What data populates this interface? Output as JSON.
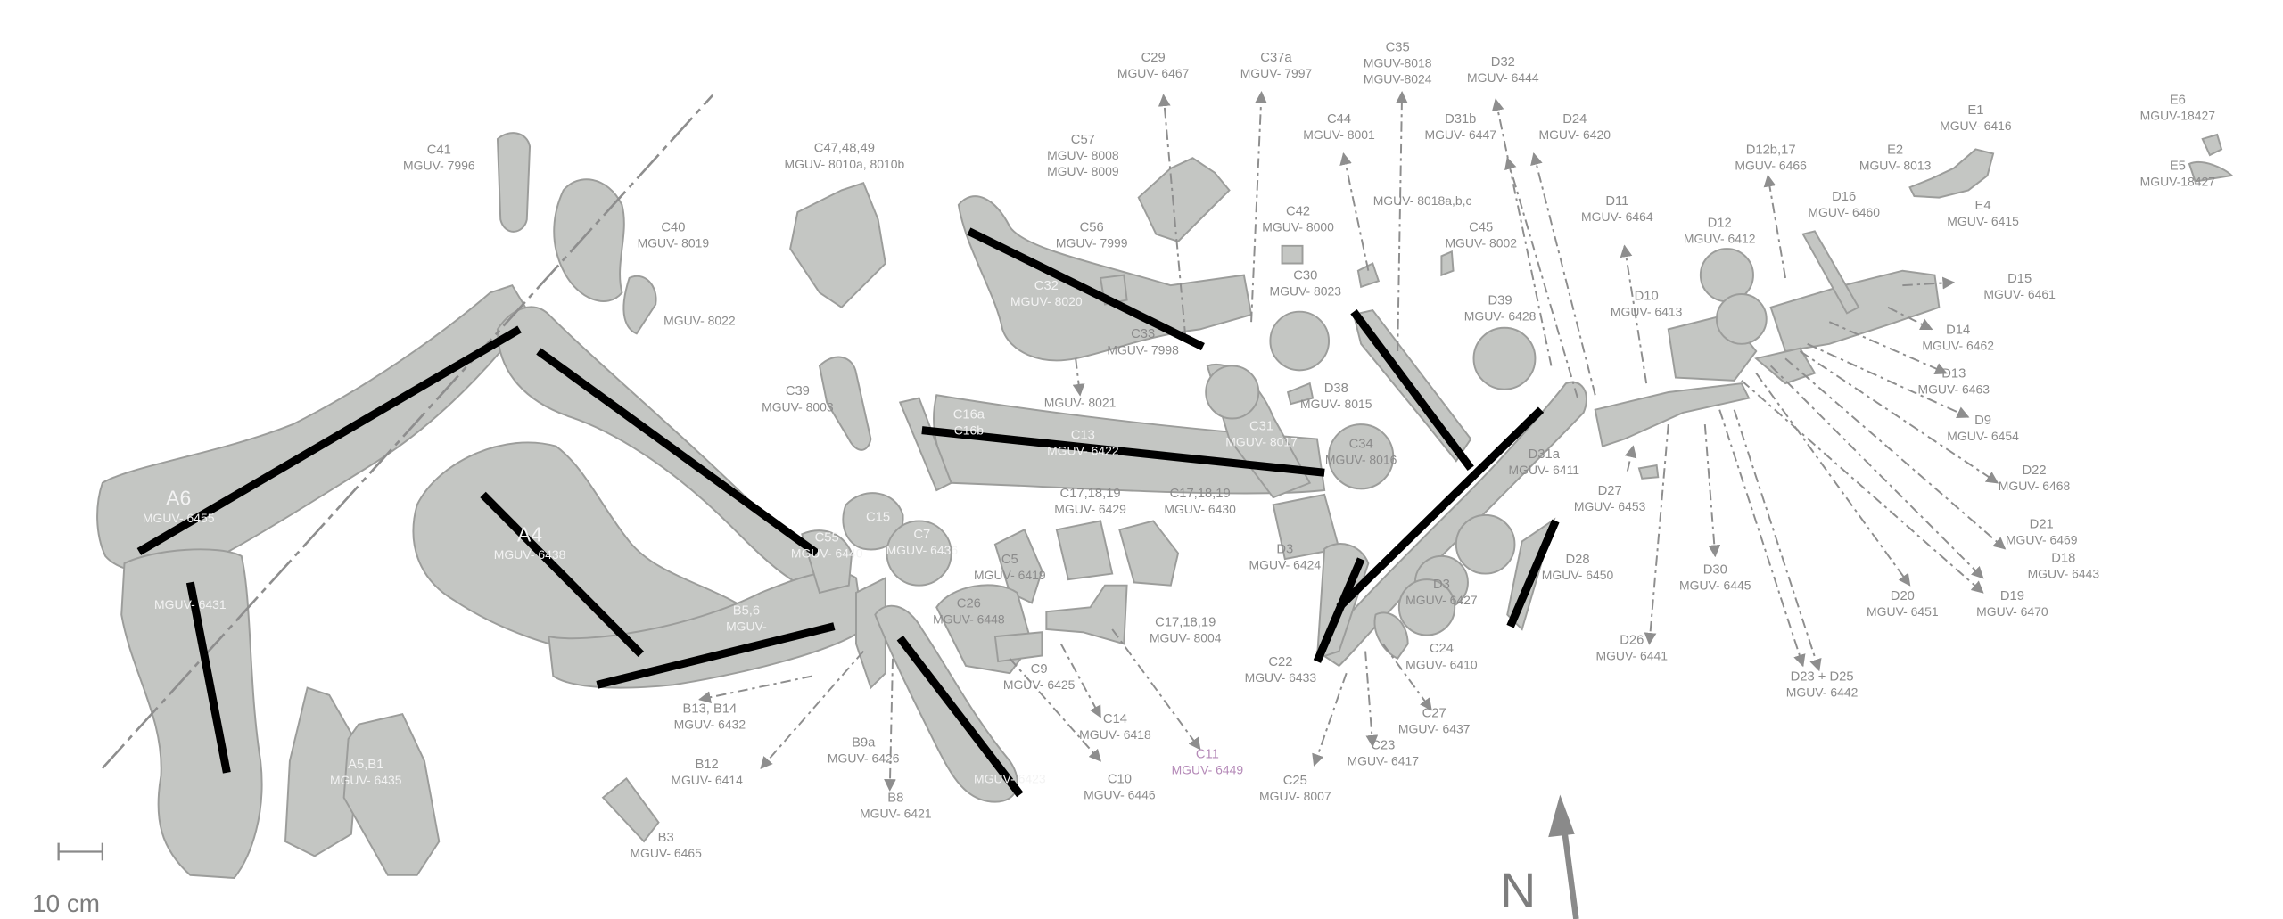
{
  "colors": {
    "bone_fill": "#c4c6c3",
    "bone_outline": "#9c9d9b",
    "orientation_bars": "#000000",
    "leader_lines": "#8e8e8e",
    "label_text": "#8b8b8b"
  },
  "scale_bar": {
    "label": "10 cm"
  },
  "north_arrow": {
    "label": "N",
    "icon": "north-arrow-icon"
  },
  "labels": [
    {
      "code": "C41",
      "ids": [
        "MGUV- 7996"
      ]
    },
    {
      "code": "C40",
      "ids": [
        "MGUV- 8019"
      ]
    },
    {
      "code": "",
      "ids": [
        "MGUV- 8022"
      ]
    },
    {
      "code": "C47,48,49",
      "ids": [
        "MGUV- 8010a, 8010b"
      ]
    },
    {
      "code": "C57",
      "ids": [
        "MGUV- 8008",
        "MGUV- 8009"
      ]
    },
    {
      "code": "C29",
      "ids": [
        "MGUV- 6467"
      ]
    },
    {
      "code": "C37a",
      "ids": [
        "MGUV- 7997"
      ]
    },
    {
      "code": "C35",
      "ids": [
        "MGUV-8018",
        "MGUV-8024"
      ]
    },
    {
      "code": "D32",
      "ids": [
        "MGUV- 6444"
      ]
    },
    {
      "code": "C44",
      "ids": [
        "MGUV- 8001"
      ]
    },
    {
      "code": "D31b",
      "ids": [
        "MGUV- 6447"
      ]
    },
    {
      "code": "D24",
      "ids": [
        "MGUV- 6420"
      ]
    },
    {
      "code": "",
      "ids": [
        "MGUV- 8018a,b,c"
      ]
    },
    {
      "code": "C56",
      "ids": [
        "MGUV- 7999"
      ]
    },
    {
      "code": "C42",
      "ids": [
        "MGUV- 8000"
      ]
    },
    {
      "code": "C45",
      "ids": [
        "MGUV- 8002"
      ]
    },
    {
      "code": "C30",
      "ids": [
        "MGUV- 8023"
      ]
    },
    {
      "code": "C32",
      "ids": [
        "MGUV- 8020"
      ]
    },
    {
      "code": "C33",
      "ids": [
        "MGUV- 7998"
      ]
    },
    {
      "code": "D39",
      "ids": [
        "MGUV- 6428"
      ]
    },
    {
      "code": "",
      "ids": [
        "MGUV- 8021"
      ]
    },
    {
      "code": "C39",
      "ids": [
        "MGUV- 8003"
      ]
    },
    {
      "code": "D38",
      "ids": [
        "MGUV- 8015"
      ]
    },
    {
      "code": "C16a",
      "ids": [
        "C16b"
      ]
    },
    {
      "code": "C13",
      "ids": [
        "MGUV- 6422"
      ]
    },
    {
      "code": "C31",
      "ids": [
        "MGUV- 8017"
      ]
    },
    {
      "code": "C34",
      "ids": [
        "MGUV- 8016"
      ]
    },
    {
      "code": "D11",
      "ids": [
        "MGUV- 6464"
      ]
    },
    {
      "code": "D12b,17",
      "ids": [
        "MGUV- 6466"
      ]
    },
    {
      "code": "D12",
      "ids": [
        "MGUV- 6412"
      ]
    },
    {
      "code": "D10",
      "ids": [
        "MGUV- 6413"
      ]
    },
    {
      "code": "D16",
      "ids": [
        "MGUV- 6460"
      ]
    },
    {
      "code": "E1",
      "ids": [
        "MGUV- 6416"
      ]
    },
    {
      "code": "E2",
      "ids": [
        "MGUV- 8013"
      ]
    },
    {
      "code": "E4",
      "ids": [
        "MGUV- 6415"
      ]
    },
    {
      "code": "E6",
      "ids": [
        "MGUV-18427"
      ]
    },
    {
      "code": "E5",
      "ids": [
        "MGUV-18427"
      ]
    },
    {
      "code": "D15",
      "ids": [
        "MGUV- 6461"
      ]
    },
    {
      "code": "D14",
      "ids": [
        "MGUV- 6462"
      ]
    },
    {
      "code": "D13",
      "ids": [
        "MGUV- 6463"
      ]
    },
    {
      "code": "D9",
      "ids": [
        "MGUV- 6454"
      ]
    },
    {
      "code": "D22",
      "ids": [
        "MGUV- 6468"
      ]
    },
    {
      "code": "D21",
      "ids": [
        "MGUV- 6469"
      ]
    },
    {
      "code": "D18",
      "ids": [
        "MGUV- 6443"
      ]
    },
    {
      "code": "D20",
      "ids": [
        "MGUV- 6451"
      ]
    },
    {
      "code": "D19",
      "ids": [
        "MGUV- 6470"
      ]
    },
    {
      "code": "D31a",
      "ids": [
        "MGUV- 6411"
      ]
    },
    {
      "code": "D27",
      "ids": [
        "MGUV- 6453"
      ]
    },
    {
      "code": "D28",
      "ids": [
        "MGUV- 6450"
      ]
    },
    {
      "code": "D30",
      "ids": [
        "MGUV- 6445"
      ]
    },
    {
      "code": "D26",
      "ids": [
        "MGUV- 6441"
      ]
    },
    {
      "code": "D23 + D25",
      "ids": [
        "MGUV- 6442"
      ]
    },
    {
      "code": "A6",
      "ids": [
        "MGUV- 6455"
      ]
    },
    {
      "code": "",
      "ids": [
        "MGUV- 6431"
      ]
    },
    {
      "code": "A4",
      "ids": [
        "MGUV- 6438"
      ]
    },
    {
      "code": "A5,B1",
      "ids": [
        "MGUV- 6435"
      ]
    },
    {
      "code": "B5,6",
      "ids": [
        "MGUV-"
      ]
    },
    {
      "code": "B13, B14",
      "ids": [
        "MGUV- 6432"
      ]
    },
    {
      "code": "B12",
      "ids": [
        "MGUV- 6414"
      ]
    },
    {
      "code": "B3",
      "ids": [
        "MGUV- 6465"
      ]
    },
    {
      "code": "B9a",
      "ids": [
        "MGUV- 6426"
      ]
    },
    {
      "code": "B8",
      "ids": [
        "MGUV- 6421"
      ]
    },
    {
      "code": "C55",
      "ids": [
        "MGUV- 6440"
      ]
    },
    {
      "code": "C15",
      "ids": []
    },
    {
      "code": "C7",
      "ids": [
        "MGUV- 6436"
      ]
    },
    {
      "code": "C5",
      "ids": [
        "MGUV- 6419"
      ]
    },
    {
      "code": "C26",
      "ids": [
        "MGUV- 6448"
      ]
    },
    {
      "code": "C17,18,19",
      "ids": [
        "MGUV- 6429"
      ]
    },
    {
      "code": "C17,18,19",
      "ids": [
        "MGUV- 6430"
      ]
    },
    {
      "code": "C17,18,19",
      "ids": [
        "MGUV- 8004"
      ]
    },
    {
      "code": "C9",
      "ids": [
        "MGUV- 6425"
      ]
    },
    {
      "code": "C14",
      "ids": [
        "MGUV- 6418"
      ]
    },
    {
      "code": "C11",
      "ids": [
        "MGUV- 6449"
      ]
    },
    {
      "code": "C10",
      "ids": [
        "MGUV- 6446"
      ]
    },
    {
      "code": "",
      "ids": [
        "MGUV- 6423"
      ]
    },
    {
      "code": "D3",
      "ids": [
        "MGUV- 6424"
      ]
    },
    {
      "code": "D3",
      "ids": [
        "MGUV- 6427"
      ]
    },
    {
      "code": "C22",
      "ids": [
        "MGUV- 6433"
      ]
    },
    {
      "code": "C24",
      "ids": [
        "MGUV- 6410"
      ]
    },
    {
      "code": "C27",
      "ids": [
        "MGUV- 6437"
      ]
    },
    {
      "code": "C23",
      "ids": [
        "MGUV- 6417"
      ]
    },
    {
      "code": "C25",
      "ids": [
        "MGUV- 8007"
      ]
    }
  ]
}
